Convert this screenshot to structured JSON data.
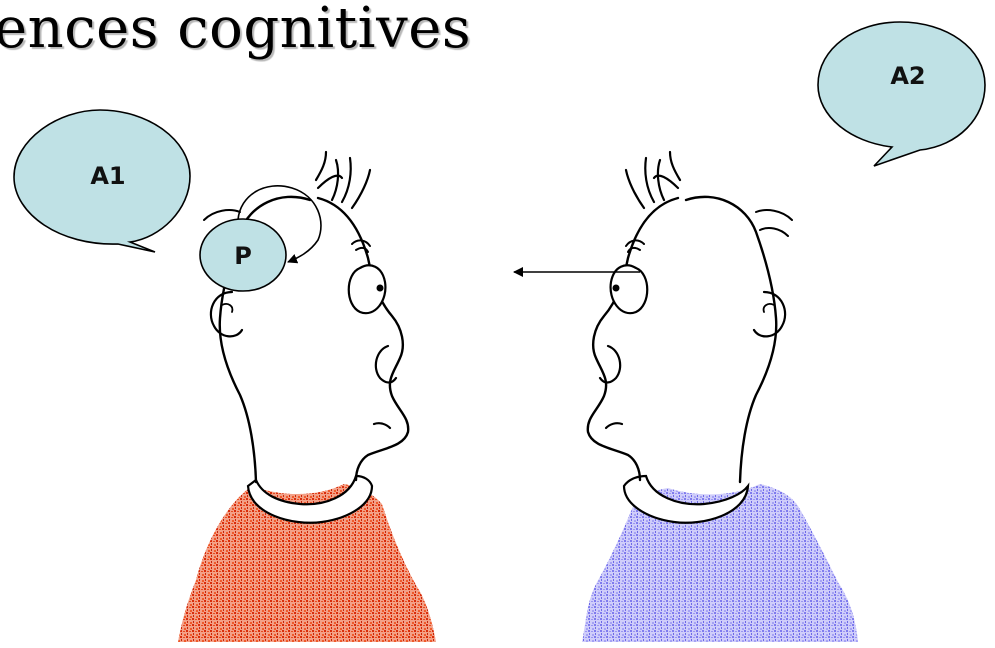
{
  "title": "ences cognitives",
  "colors": {
    "bubble": "#bfe1e5",
    "shirt_left": "#dd3a14",
    "shirt_right": "#8f8cf0"
  },
  "labels": {
    "bubble_left": "A1",
    "bubble_right": "A2",
    "proposition": "P"
  }
}
